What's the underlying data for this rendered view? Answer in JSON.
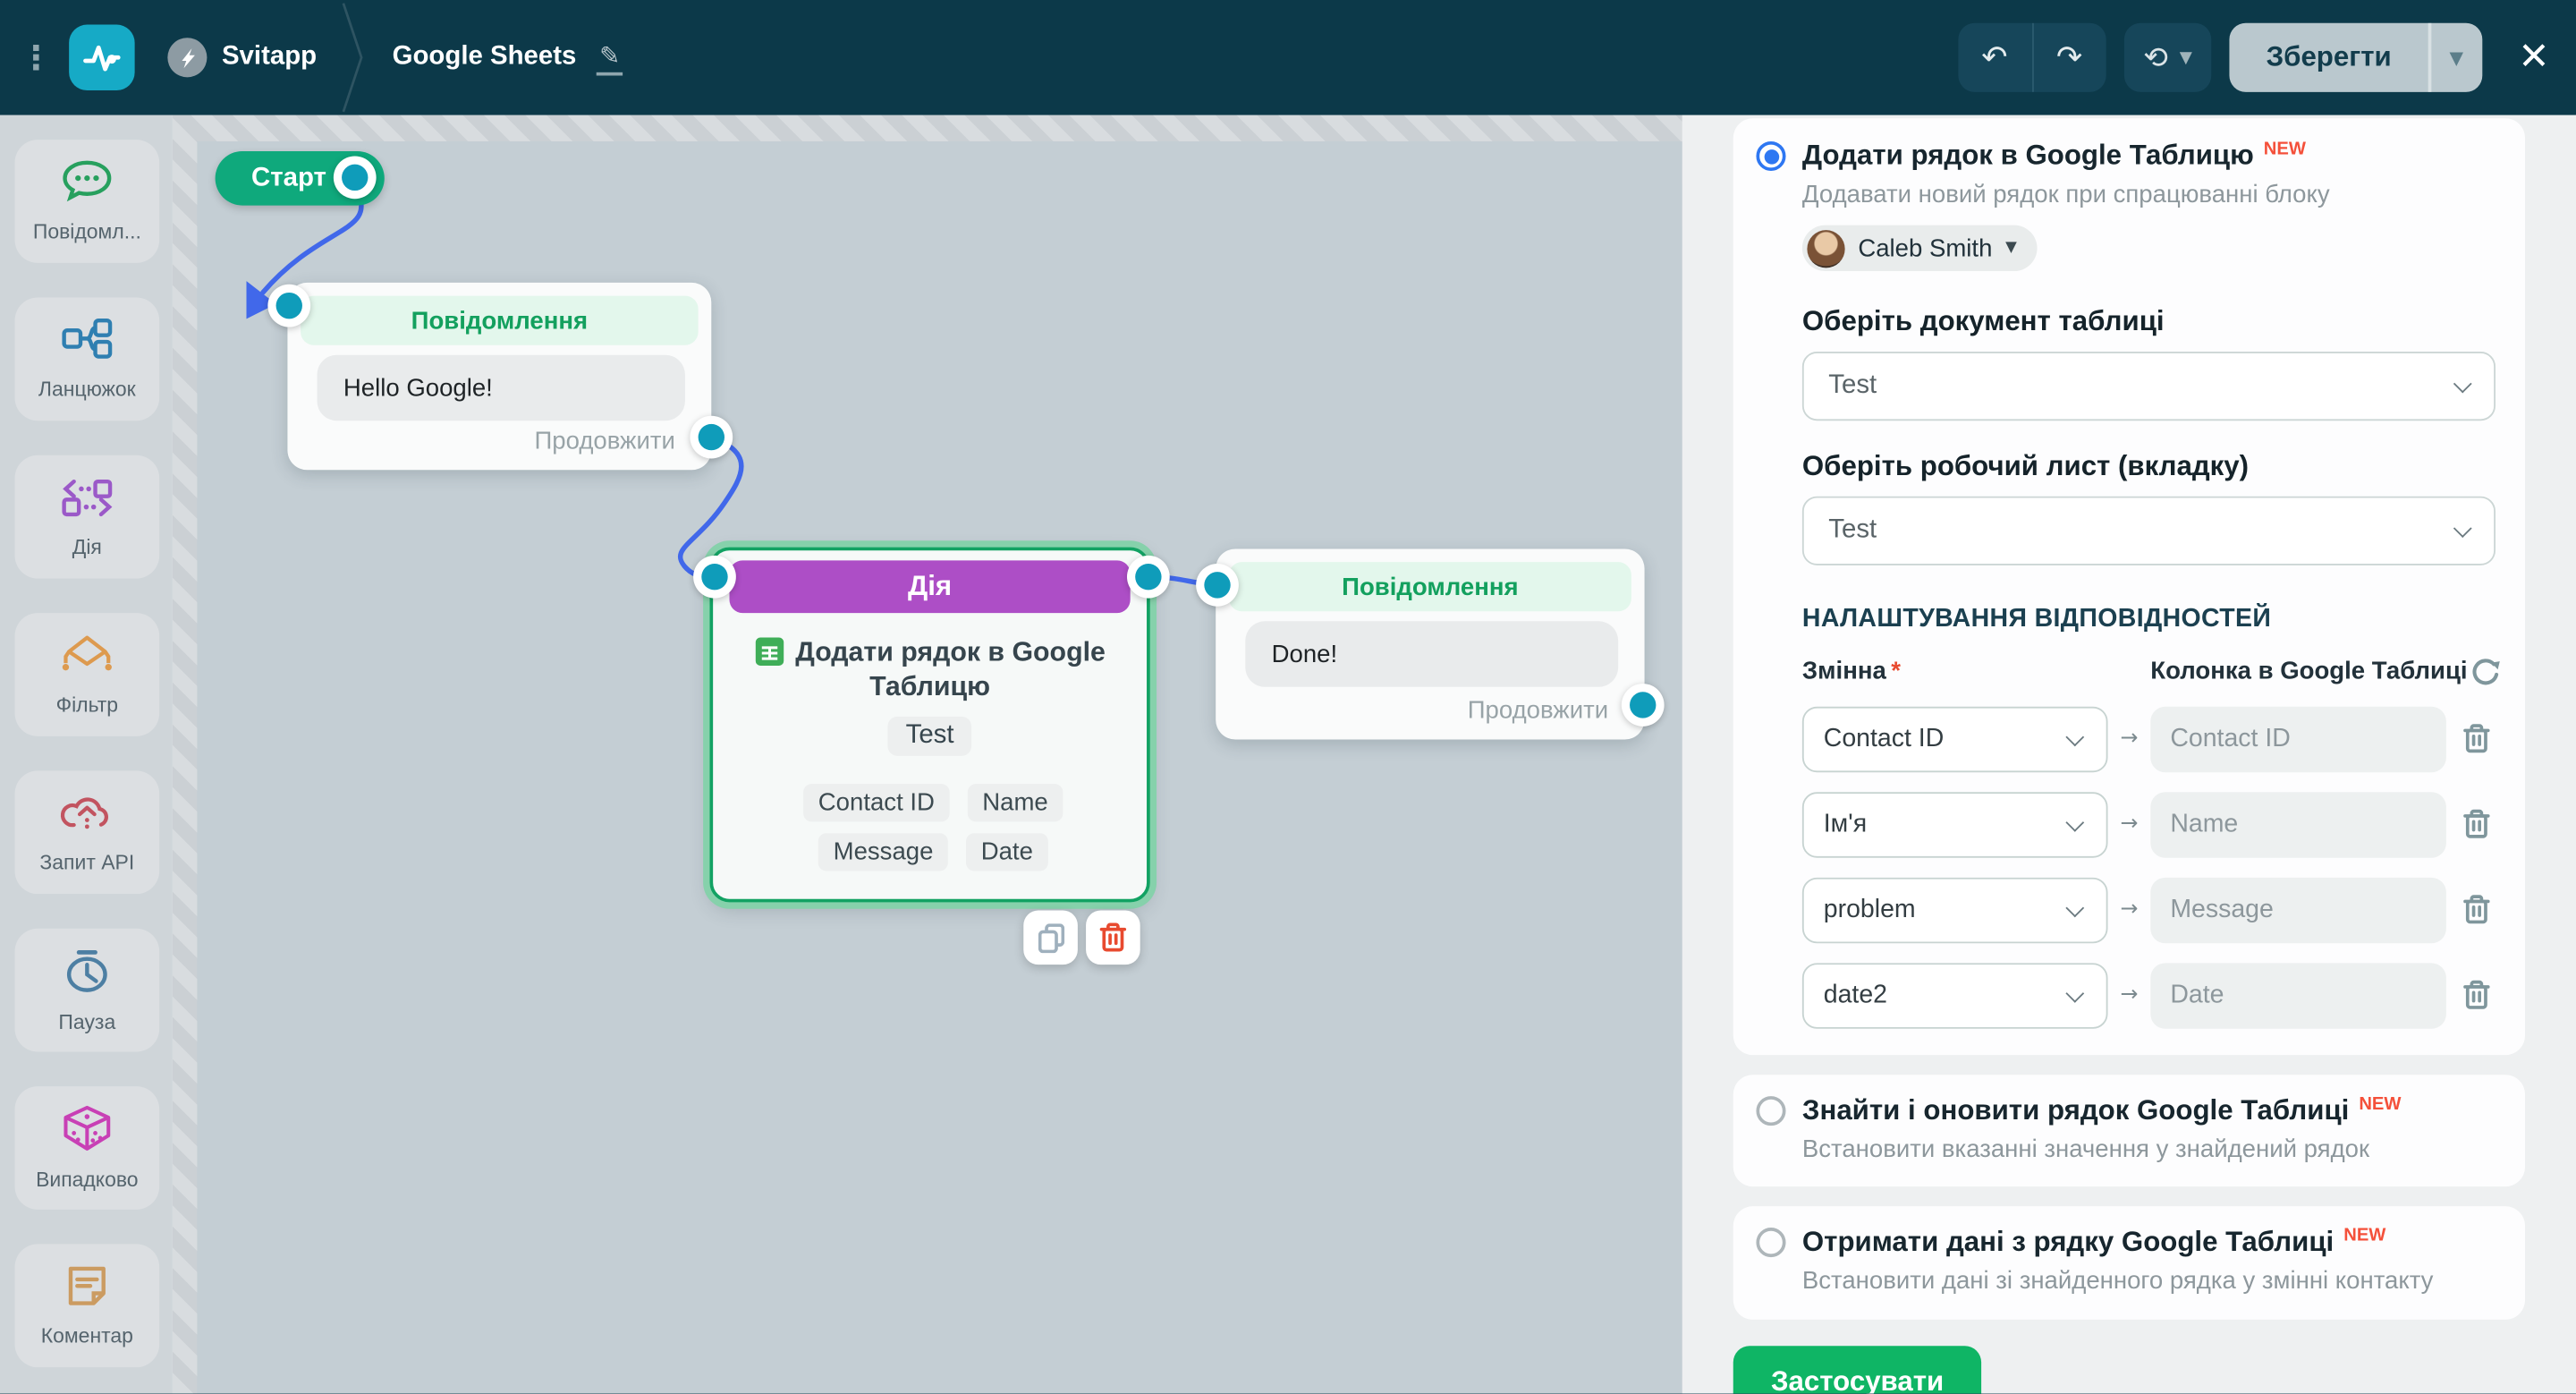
{
  "header": {
    "app_name": "Svitapp",
    "flow_title": "Google Sheets",
    "save_label": "Зберегти"
  },
  "sidebar": {
    "items": [
      {
        "label": "Повідомл...",
        "icon": "message-bubble",
        "color": "#27a05e"
      },
      {
        "label": "Ланцюжок",
        "icon": "chain-flow",
        "color": "#2f7fb1"
      },
      {
        "label": "Дія",
        "icon": "action-code",
        "color": "#9b59c8"
      },
      {
        "label": "Фільтр",
        "icon": "filter-diamond",
        "color": "#dd9a4f"
      },
      {
        "label": "Запит API",
        "icon": "api-cloud",
        "color": "#c25460"
      },
      {
        "label": "Пауза",
        "icon": "pause-clock",
        "color": "#4d7fa3"
      },
      {
        "label": "Випадково",
        "icon": "random-dice",
        "color": "#c840b5"
      },
      {
        "label": "Коментар",
        "icon": "comment-note",
        "color": "#cb9b61"
      }
    ]
  },
  "canvas": {
    "start": {
      "label": "Старт"
    },
    "message1": {
      "type_label": "Повідомлення",
      "text": "Hello Google!",
      "continue_label": "Продовжити"
    },
    "action": {
      "type_label": "Дія",
      "title": "Додати рядок в Google Таблицю",
      "document": "Test",
      "columns": [
        "Contact ID",
        "Name",
        "Message",
        "Date"
      ]
    },
    "message2": {
      "type_label": "Повідомлення",
      "text": "Done!",
      "continue_label": "Продовжити"
    }
  },
  "panel": {
    "options": [
      {
        "title": "Додати рядок в Google Таблицю",
        "badge": "NEW",
        "description": "Додавати новий рядок при спрацюванні блоку",
        "selected": true
      },
      {
        "title": "Знайти і оновити рядок Google Таблиці",
        "badge": "NEW",
        "description": "Встановити вказанні значення у знайдений рядок",
        "selected": false
      },
      {
        "title": "Отримати дані з рядку Google Таблиці",
        "badge": "NEW",
        "description": "Встановити дані зі знайденного рядка у змінні контакту",
        "selected": false
      }
    ],
    "account": {
      "name": "Caleb Smith"
    },
    "document_label": "Оберіть документ таблиці",
    "document_value": "Test",
    "sheet_label": "Оберіть робочий лист (вкладку)",
    "sheet_value": "Test",
    "mapping": {
      "heading": "НАЛАШТУВАННЯ ВІДПОВІДНОСТЕЙ",
      "variable_col": "Змінна",
      "column_col": "Колонка в Google Таблиці",
      "rows": [
        {
          "variable": "Contact ID",
          "column": "Contact ID"
        },
        {
          "variable": "Ім'я",
          "column": "Name"
        },
        {
          "variable": "problem",
          "column": "Message"
        },
        {
          "variable": "date2",
          "column": "Date"
        }
      ]
    },
    "apply_label": "Застосувати"
  },
  "colors": {
    "topbar": "#0c3949",
    "logo_teal": "#16aac6",
    "start_green": "#0fa97c",
    "action_purple": "#ad4ec6",
    "message_green": "#13a05e",
    "port_teal": "#0f9cba",
    "edge_blue": "#4168ea",
    "radio_blue": "#2e77f2",
    "new_red": "#f4503a",
    "apply_green": "#0fb565"
  }
}
